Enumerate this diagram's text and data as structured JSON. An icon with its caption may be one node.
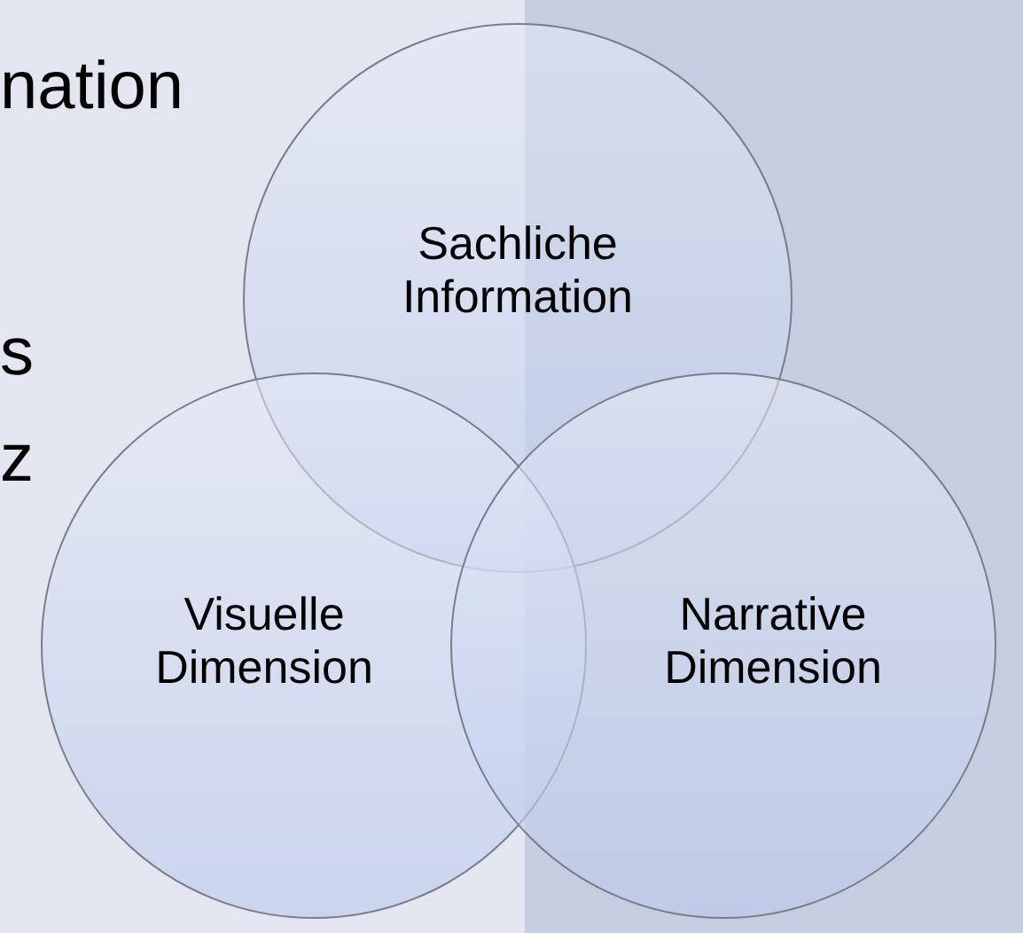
{
  "diagram": {
    "nodes": [
      {
        "text": [
          "Sachliche Information"
        ]
      },
      {
        "text": [
          "Visuelle Dimension"
        ]
      },
      {
        "text": [
          "Narrative Dimension"
        ]
      }
    ],
    "labels": [
      "nation",
      "s",
      "z"
    ]
  }
}
